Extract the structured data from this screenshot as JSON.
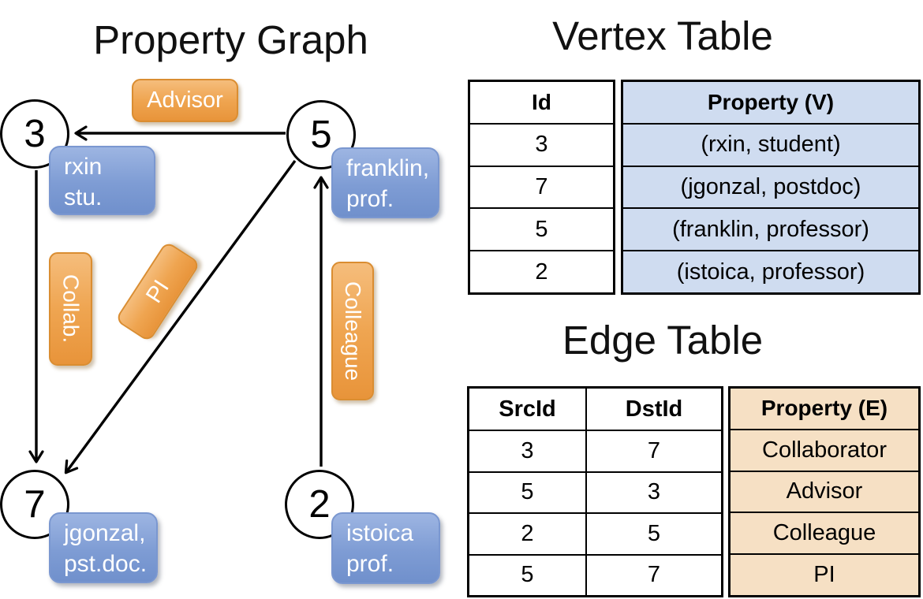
{
  "graph": {
    "title": "Property Graph",
    "nodes": [
      {
        "id": "3",
        "line1": "rxin",
        "line2": "stu."
      },
      {
        "id": "5",
        "line1": "franklin,",
        "line2": "prof."
      },
      {
        "id": "7",
        "line1": "jgonzal,",
        "line2": "pst.doc."
      },
      {
        "id": "2",
        "line1": "istoica",
        "line2": "prof."
      }
    ],
    "edges": [
      {
        "from": "5",
        "to": "3",
        "label": "Advisor"
      },
      {
        "from": "3",
        "to": "7",
        "label": "Collab."
      },
      {
        "from": "5",
        "to": "7",
        "label": "PI"
      },
      {
        "from": "2",
        "to": "5",
        "label": "Colleague"
      }
    ]
  },
  "vertex_table": {
    "title": "Vertex Table",
    "col_id": "Id",
    "col_property": "Property (V)",
    "rows": [
      {
        "id": "3",
        "property": "(rxin, student)"
      },
      {
        "id": "7",
        "property": "(jgonzal, postdoc)"
      },
      {
        "id": "5",
        "property": "(franklin, professor)"
      },
      {
        "id": "2",
        "property": "(istoica, professor)"
      }
    ]
  },
  "edge_table": {
    "title": "Edge Table",
    "col_src": "SrcId",
    "col_dst": "DstId",
    "col_property": "Property (E)",
    "rows": [
      {
        "src": "3",
        "dst": "7",
        "property": "Collaborator"
      },
      {
        "src": "5",
        "dst": "3",
        "property": "Advisor"
      },
      {
        "src": "2",
        "dst": "5",
        "property": "Colleague"
      },
      {
        "src": "5",
        "dst": "7",
        "property": "PI"
      }
    ]
  },
  "colors": {
    "edge_label_fill": "#EFA551",
    "edge_label_border": "#DA8D31",
    "vertex_box_fill": "#7E9CD4",
    "vertex_cell_fill": "#CFDCF0",
    "edge_cell_fill": "#F6E0C4",
    "line_color": "#000000"
  }
}
